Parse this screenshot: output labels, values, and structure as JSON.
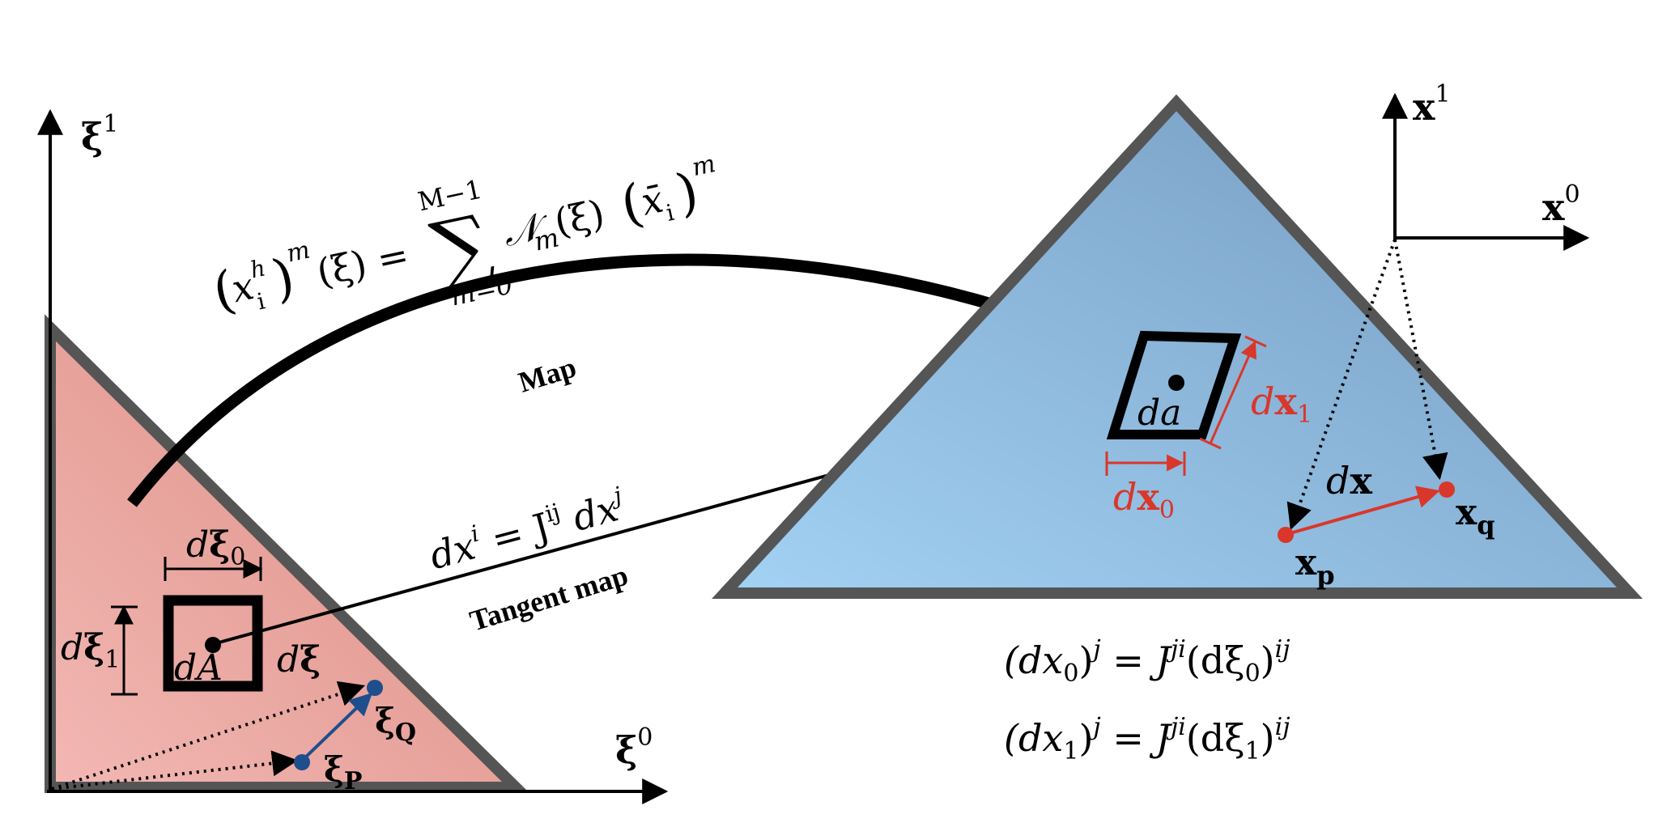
{
  "colors": {
    "axis": "#000000",
    "triangle_outline": "#555555",
    "reference_fill_light": "#f3b8b4",
    "reference_fill_dark": "#d98a80",
    "physical_fill_light": "#9ecdf0",
    "physical_fill_dark": "#7aa3c6",
    "red": "#d9372a",
    "blue": "#1f4e8c"
  },
  "labels": {
    "map": "Map",
    "tangent_map": "Tangent map",
    "xi_axis_base": "ξ",
    "xi0_sup": "0",
    "xi1_sup": "1",
    "x_axis_base": "x",
    "x0_sup": "0",
    "x1_sup": "1",
    "dA": "dA",
    "da": "da",
    "dxi_vec": "dξ",
    "dxi0_d": "d",
    "dxi0_xi": "ξ",
    "dxi0_sub": "0",
    "dxi1_d": "d",
    "dxi1_xi": "ξ",
    "dxi1_sub": "1",
    "dx0_d": "d",
    "dx0_x": "x",
    "dx0_sub": "0",
    "dx1_d": "d",
    "dx1_x": "x",
    "dx1_sub": "1",
    "dx_vec_d": "d",
    "dx_vec_x": "x",
    "xiP_base": "ξ",
    "xiP_sub": "P",
    "xiQ_base": "ξ",
    "xiQ_sub": "Q",
    "xp_base": "x",
    "xp_sub": "p",
    "xq_base": "x",
    "xq_sub": "q"
  },
  "equations": {
    "map_lhs_open": "(",
    "map_lhs_x": "x",
    "map_lhs_sub": "i",
    "map_lhs_sup": "h",
    "map_lhs_close": ")",
    "map_lhs_pow": "m",
    "map_lhs_arg": "(ξ) =",
    "map_sum": "∑",
    "map_sum_top": "M−1",
    "map_sum_bottom": "m=0",
    "map_rhs_N": "𝒩",
    "map_rhs_sub": "m",
    "map_rhs_arg": "(ξ)",
    "map_rhs_open": "(",
    "map_rhs_xbar": "x̄",
    "map_rhs_xsub": "i",
    "map_rhs_close": ")",
    "map_rhs_pow": "m",
    "tangent_d1": "dx",
    "tangent_sup1": "i",
    "tangent_eq": " = J",
    "tangent_sup2": "ij",
    "tangent_d2": " dx",
    "tangent_sup3": "j",
    "eq1_lhs": "(dx",
    "eq1_sub0": "0",
    "eq1_close": ")",
    "eq1_supj": "j",
    "eq1_mid": " = J",
    "eq1_supji": "ji",
    "eq1_rhs": "(dξ",
    "eq1_rsub": "0",
    "eq1_rclose": ")",
    "eq1_supij": "ij",
    "eq2_lhs": "(dx",
    "eq2_sub1": "1",
    "eq2_close": ")",
    "eq2_supj": "j",
    "eq2_mid": " = J",
    "eq2_supji": "ji",
    "eq2_rhs": "(dξ",
    "eq2_rsub": "1",
    "eq2_rclose": ")",
    "eq2_supij": "ij"
  }
}
